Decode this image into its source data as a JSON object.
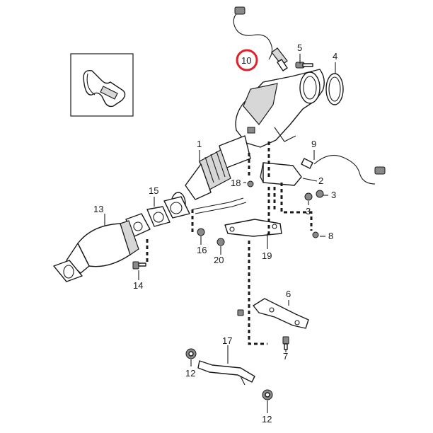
{
  "labels": {
    "l1": "1",
    "l2": "2",
    "l3a": "3",
    "l3b": "3",
    "l4": "4",
    "l5": "5",
    "l6": "6",
    "l7": "7",
    "l8": "8",
    "l9": "9",
    "l10": "10",
    "l12a": "12",
    "l12b": "12",
    "l13": "13",
    "l14": "14",
    "l15": "15",
    "l16": "16",
    "l17": "17",
    "l18": "18",
    "l19": "19",
    "l20": "20"
  },
  "colors": {
    "highlight": "#e0202a",
    "line": "#1a1a1a"
  }
}
